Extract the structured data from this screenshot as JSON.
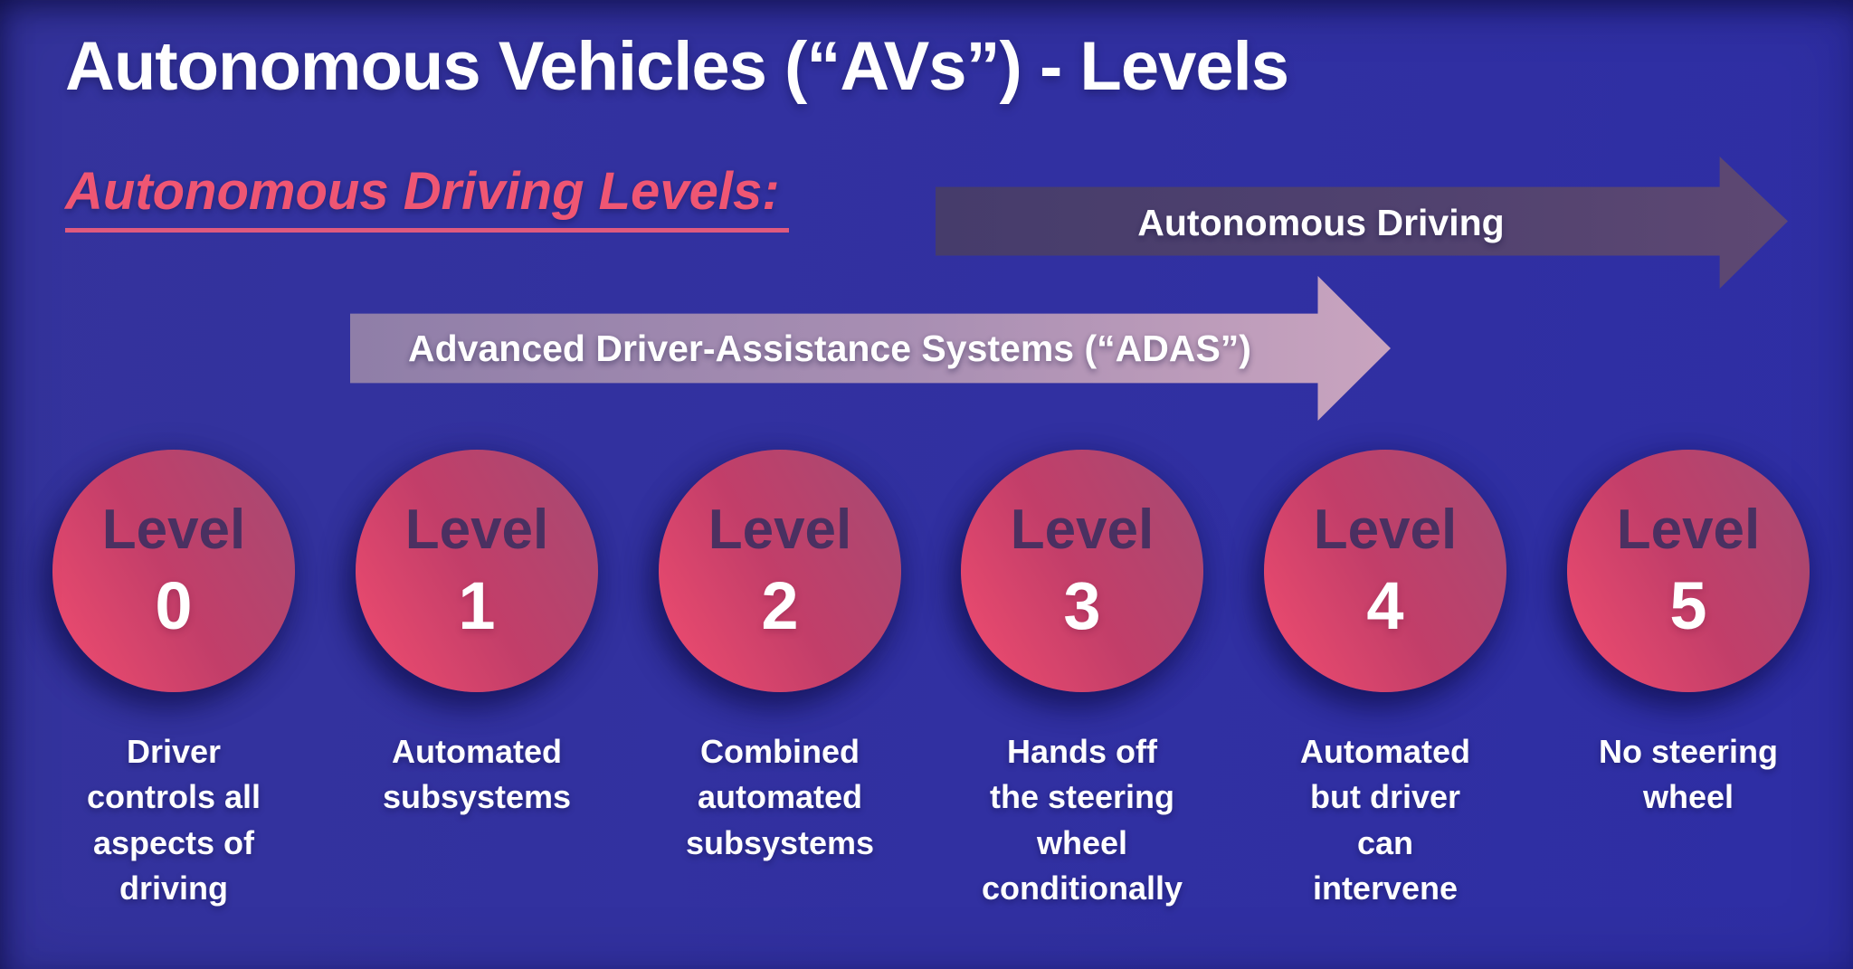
{
  "title": "Autonomous Vehicles (“AVs”) - Levels",
  "subtitle": "Autonomous Driving Levels:",
  "arrows": {
    "autonomous_driving": {
      "label": "Autonomous Driving"
    },
    "adas": {
      "label": "Advanced Driver-Assistance Systems (“ADAS”)"
    }
  },
  "levels": [
    {
      "label": "Level",
      "number": "0",
      "description": "Driver\ncontrols all\naspects of\ndriving"
    },
    {
      "label": "Level",
      "number": "1",
      "description": "Automated\nsubsystems"
    },
    {
      "label": "Level",
      "number": "2",
      "description": "Combined\nautomated\nsubsystems"
    },
    {
      "label": "Level",
      "number": "3",
      "description": "Hands off\nthe steering\nwheel\nconditionally"
    },
    {
      "label": "Level",
      "number": "4",
      "description": "Automated\nbut driver\ncan\nintervene"
    },
    {
      "label": "Level",
      "number": "5",
      "description": "No steering\nwheel"
    }
  ],
  "colors": {
    "background": "#3130A1",
    "title_text": "#FFFFFF",
    "subtitle_pink": "#EF5673",
    "dark_arrow_start": "#463C6B",
    "dark_arrow_end": "#5E4873",
    "light_arrow_start": "#8F7EA8",
    "light_arrow_end": "#C9A4BF",
    "circle_gradient_start": "#EE4B6F",
    "circle_gradient_end": "#A84A72",
    "level_word_text": "#3A2E60",
    "description_text": "#FFFFFF"
  }
}
